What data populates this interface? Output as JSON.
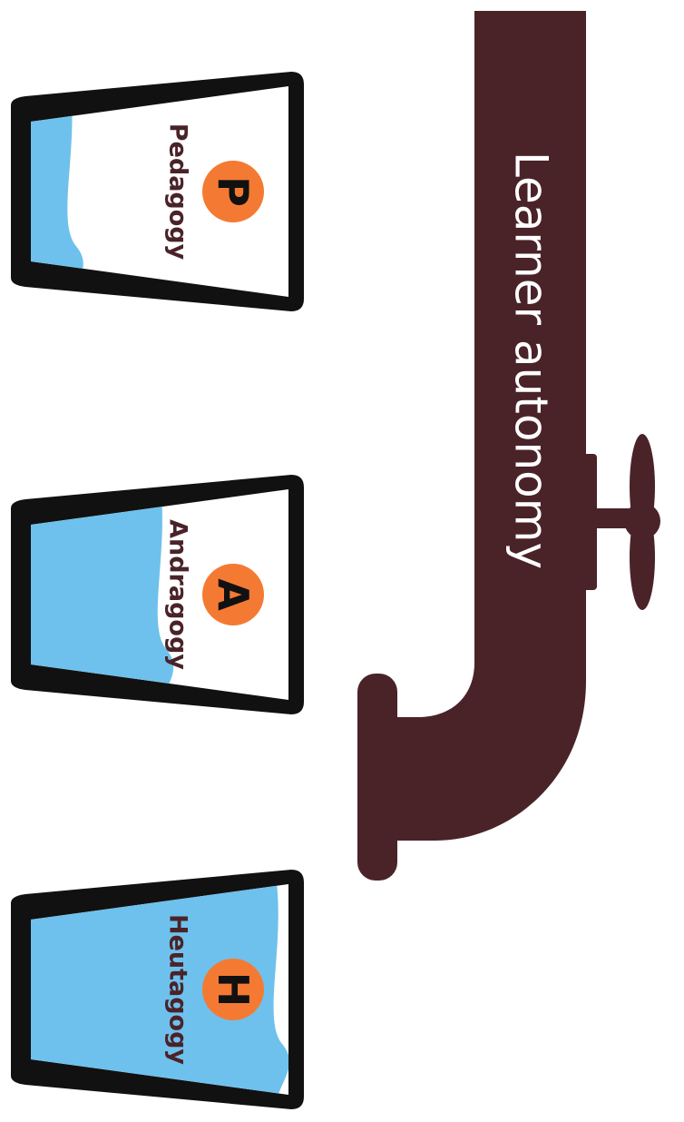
{
  "pipe": {
    "label": "Learner autonomy",
    "color": "#4a2329"
  },
  "cups": [
    {
      "letter": "P",
      "label": "Pedagogy",
      "fill_level": 0.15
    },
    {
      "letter": "A",
      "label": "Andragogy",
      "fill_level": 0.5
    },
    {
      "letter": "H",
      "label": "Heutagogy",
      "fill_level": 0.95
    }
  ],
  "colors": {
    "water": "#6ec1ec",
    "badge": "#f47a33",
    "cup_outline": "#111111",
    "text": "#4a2329"
  }
}
